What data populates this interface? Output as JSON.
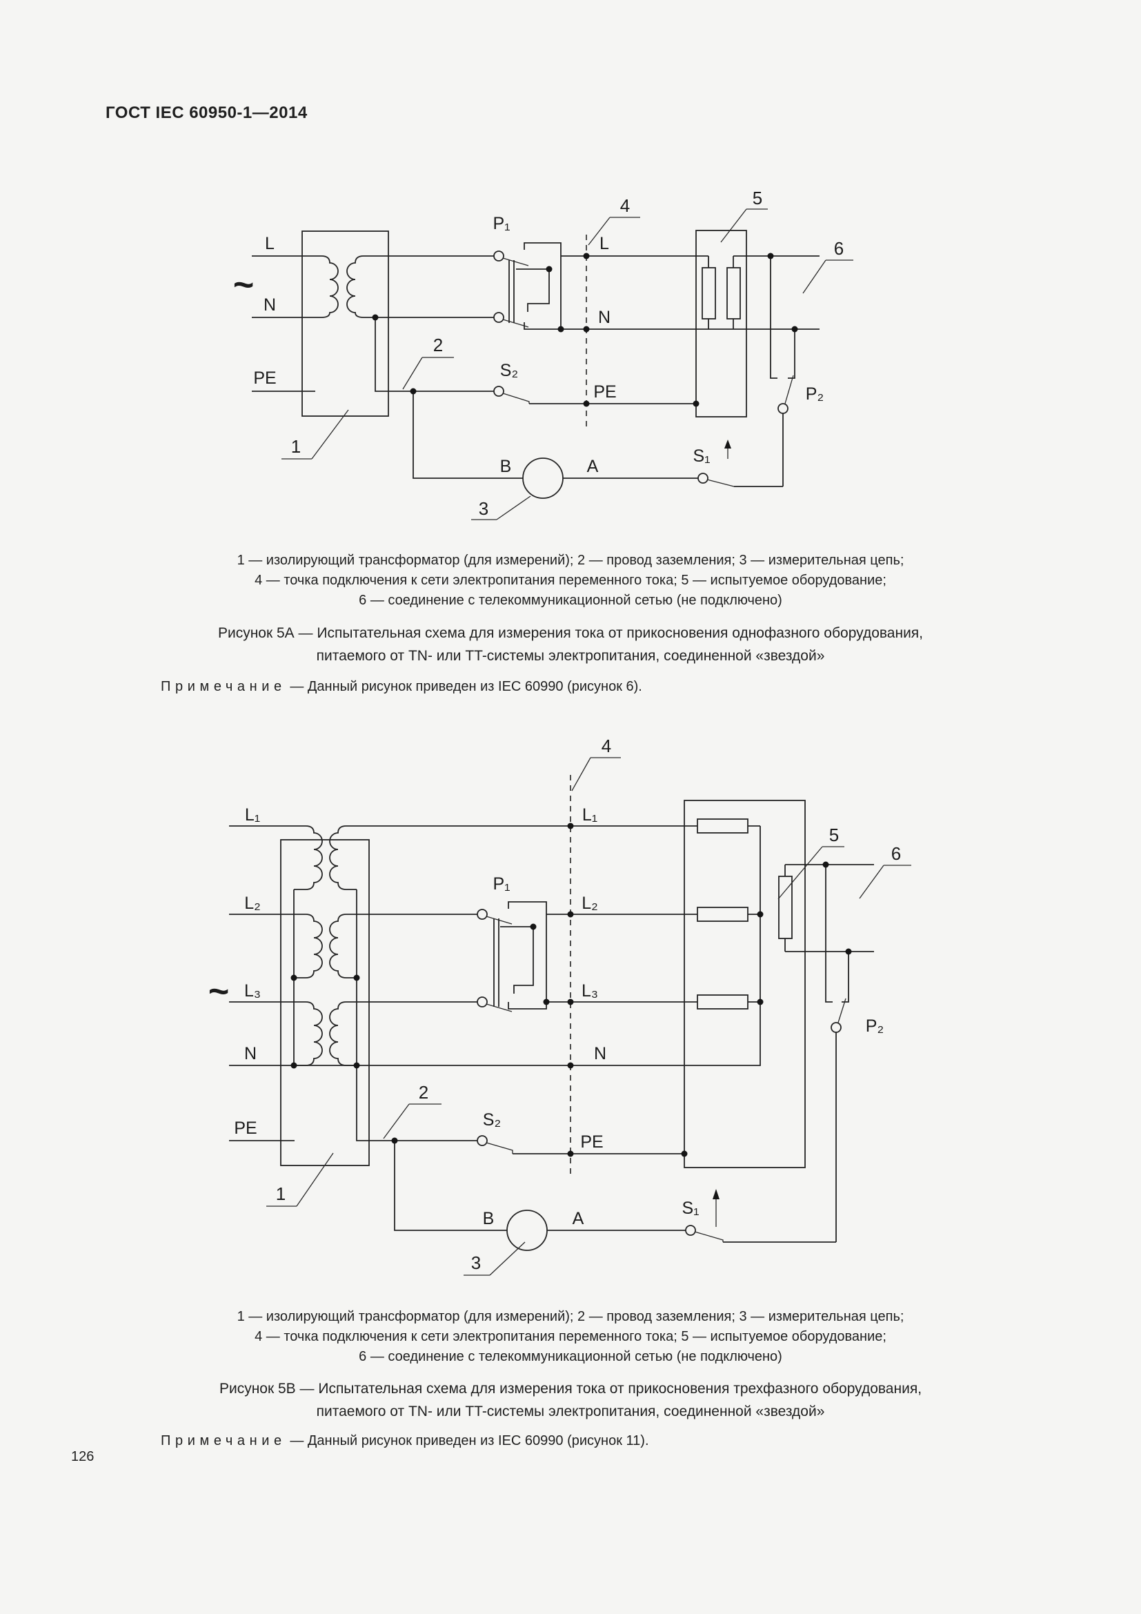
{
  "document": {
    "header": "ГОСТ IEC 60950-1—2014",
    "page_number": "126",
    "ink_color": "#1f1f1f",
    "paper_color": "#f5f5f3"
  },
  "figures": [
    {
      "id": "5A",
      "labels": {
        "l_in": "L",
        "n_in": "N",
        "pe_in": "PE",
        "ac": "~",
        "l_out": "L",
        "n_out": "N",
        "pe_out": "PE",
        "p1": "P₁",
        "p2": "P₂",
        "s1": "S₁",
        "s2": "S₂",
        "b": "B",
        "a": "A",
        "n1": "1",
        "n2": "2",
        "n3": "3",
        "n4": "4",
        "n5": "5",
        "n6": "6"
      },
      "legend": [
        "1 — изолирующий трансформатор (для измерений); 2 — провод заземления; 3 — измерительная цепь;",
        "4 — точка подключения к сети электропитания переменного тока; 5 — испытуемое оборудование;",
        "6 — соединение с телекоммуникационной сетью (не подключено)"
      ],
      "caption": [
        "Рисунок 5А — Испытательная схема для измерения тока от прикосновения однофазного оборудования,",
        "питаемого от TN- или TT-системы электропитания, соединенной «звездой»"
      ],
      "note_label": "Примечание",
      "note_text": "—  Данный рисунок приведен из IEC 60990 (рисунок 6)."
    },
    {
      "id": "5B",
      "labels": {
        "l1_in": "L₁",
        "l2_in": "L₂",
        "l3_in": "L₃",
        "n_in": "N",
        "pe_in": "PE",
        "ac": "~",
        "l1_out": "L₁",
        "l2_out": "L₂",
        "l3_out": "L₃",
        "n_out": "N",
        "pe_out": "PE",
        "p1": "P₁",
        "p2": "P₂",
        "s1": "S₁",
        "s2": "S₂",
        "b": "B",
        "a": "A",
        "n1": "1",
        "n2": "2",
        "n3": "3",
        "n4": "4",
        "n5": "5",
        "n6": "6"
      },
      "legend": [
        "1 — изолирующий трансформатор (для измерений); 2 — провод заземления; 3 — измерительная цепь;",
        "4 — точка подключения к сети электропитания переменного тока; 5 — испытуемое оборудование;",
        "6 — соединение с телекоммуникационной сетью (не подключено)"
      ],
      "caption": [
        "Рисунок 5B — Испытательная схема для измерения тока от прикосновения трехфазного оборудования,",
        "питаемого от TN- или TT-системы электропитания, соединенной «звездой»"
      ],
      "note_label": "Примечание",
      "note_text": "— Данный рисунок приведен из IEC 60990 (рисунок 11)."
    }
  ]
}
